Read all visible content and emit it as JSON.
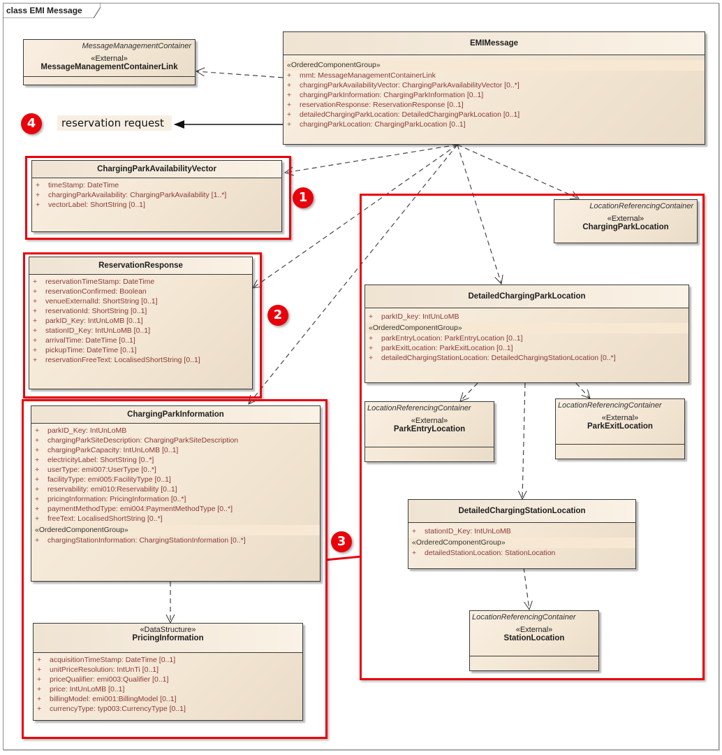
{
  "frame": {
    "title": "class EMI Message"
  },
  "badges": [
    "1",
    "2",
    "3",
    "4"
  ],
  "note": {
    "text": "reservation request"
  },
  "classes": {
    "mmc": {
      "package": "MessageManagementContainer",
      "stereotype": "«External»",
      "name": "MessageManagementContainerLink"
    },
    "emi": {
      "name": "EMIMessage",
      "group": "«OrderedComponentGroup»",
      "attrs": [
        "mmt:  MessageManagementContainerLink",
        "chargingParkAvailabilityVector:  ChargingParkAvailabilityVector [0..*]",
        "chargingParkInformation:  ChargingParkInformation [0..1]",
        "reservationResponse:  ReservationResponse [0..1]",
        "detailedChargingParkLocation:  DetailedChargingParkLocation [0..1]",
        "chargingParkLocation:  ChargingParkLocation [0..1]"
      ]
    },
    "cpav": {
      "name": "ChargingParkAvailabilityVector",
      "attrs": [
        "timeStamp:  DateTime",
        "chargingParkAvailability:  ChargingParkAvailability [1..*]",
        "vectorLabel:  ShortString [0..1]"
      ]
    },
    "rr": {
      "name": "ReservationResponse",
      "attrs": [
        "reservationTimeStamp:  DateTime",
        "reservationConfirmed:  Boolean",
        "venueExternalId:  ShortString [0..1]",
        "reservationId:  ShortString [0..1]",
        "parkID_Key:  IntUnLoMB [0..1]",
        "stationID_Key:  IntUnLoMB [0..1]",
        "arrivalTime:  DateTime [0..1]",
        "pickupTime:  DateTime [0..1]",
        "reservationFreeText:  LocalisedShortString [0..1]"
      ]
    },
    "cpi": {
      "name": "ChargingParkInformation",
      "attrs": [
        "parkID_Key:  IntUnLoMB",
        "chargingParkSiteDescription:  ChargingParkSiteDescription",
        "chargingParkCapacity:  IntUnLoMB [0..1]",
        "electricityLabel:  ShortString [0..*]",
        "userType:  emi007:UserType [0..*]",
        "facilityType:  emi005:FacilityType [0..1]",
        "reservability:  emi010:Reservability [0..1]",
        "pricingInformation:  PricingInformation [0..*]",
        "paymentMethodType:  emi004:PaymentMethodType [0..*]",
        "freeText:  LocalisedShortString [0..*]"
      ],
      "group": "«OrderedComponentGroup»",
      "group_attrs": [
        "chargingStationInformation:  ChargingStationInformation [0..*]"
      ]
    },
    "pi": {
      "stereotype": "«DataStructure»",
      "name": "PricingInformation",
      "attrs": [
        "acquisitionTimeStamp:  DateTime [0..1]",
        "unitPriceResolution:  IntUnTi [0..1]",
        "priceQualifier:  emi003:Qualifier [0..1]",
        "price:  IntUnLoMB [0..1]",
        "billingModel:  emi001:BillingModel [0..1]",
        "currencyType:  typ003:CurrencyType [0..1]"
      ]
    },
    "cpl": {
      "package": "LocationReferencingContainer",
      "stereotype": "«External»",
      "name": "ChargingParkLocation"
    },
    "dcpl": {
      "name": "DetailedChargingParkLocation",
      "attrs": [
        "parkID_key:  IntUnLoMB"
      ],
      "group": "«OrderedComponentGroup»",
      "group_attrs": [
        "parkEntryLocation:  ParkEntryLocation [0..1]",
        "parkExitLocation:  ParkExitLocation [0..1]",
        "detailedChargingStationLocation:  DetailedChargingStationLocation [0..*]"
      ]
    },
    "pel": {
      "package": "LocationReferencingContainer",
      "stereotype": "«External»",
      "name": "ParkEntryLocation"
    },
    "pxl": {
      "package": "LocationReferencingContainer",
      "stereotype": "«External»",
      "name": "ParkExitLocation"
    },
    "dcsl": {
      "name": "DetailedChargingStationLocation",
      "attrs": [
        "stationID_Key:  IntUnLoMB"
      ],
      "group": "«OrderedComponentGroup»",
      "group_attrs": [
        "detailedStationLocation:  StationLocation"
      ]
    },
    "sl": {
      "package": "LocationReferencingContainer",
      "stereotype": "«External»",
      "name": "StationLocation"
    }
  },
  "colors": {
    "highlight_red": "#e8000b",
    "attribute_text": "#8a3a35",
    "class_fill": "#f5e9d8"
  }
}
